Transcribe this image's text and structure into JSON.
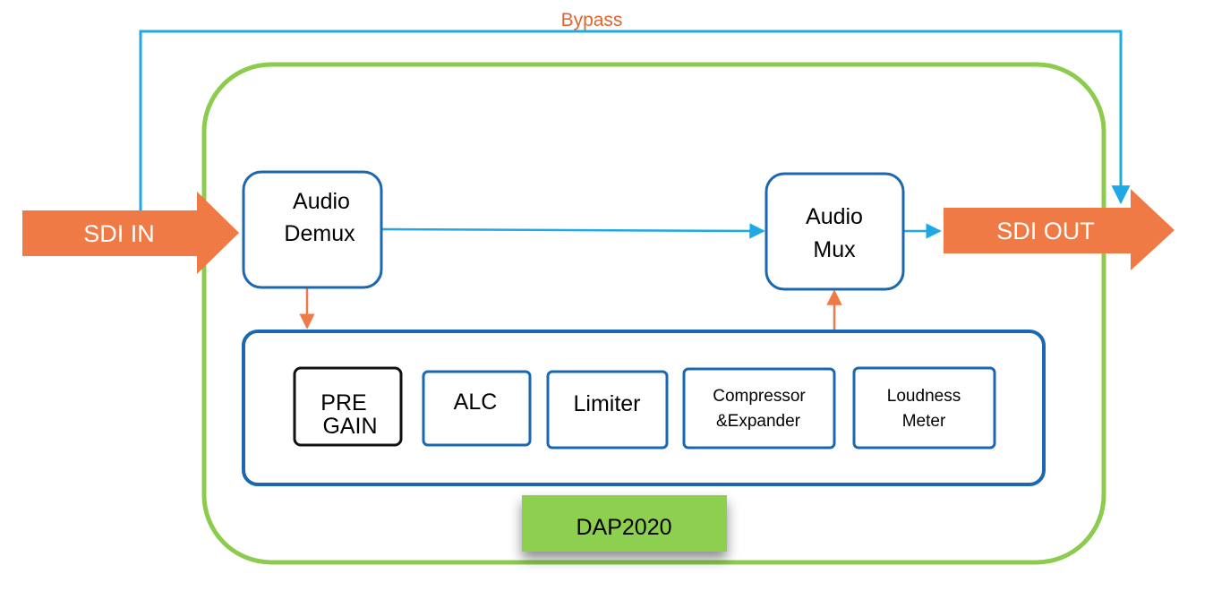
{
  "diagram": {
    "bypass_label": "Bypass",
    "sdi_in": "SDI IN",
    "sdi_out": "SDI OUT",
    "demux": {
      "line1": "Audio",
      "line2": "Demux"
    },
    "mux": {
      "line1": "Audio",
      "line2": "Mux"
    },
    "modules": {
      "pregain": {
        "line1": "PRE",
        "line2": "GAIN"
      },
      "alc": "ALC",
      "limiter": "Limiter",
      "compressor": {
        "line1": "Compressor",
        "line2": "&Expander"
      },
      "loudness": {
        "line1": "Loudness",
        "line2": "Meter"
      }
    },
    "device_label": "DAP2020"
  },
  "colors": {
    "accent_orange": "#F07A45",
    "line_blue": "#1FA8E6",
    "box_blue": "#1C67B2",
    "container_green": "#8DCB4E",
    "label_green": "#8DCF50",
    "bypass_text": "#E0642C"
  }
}
